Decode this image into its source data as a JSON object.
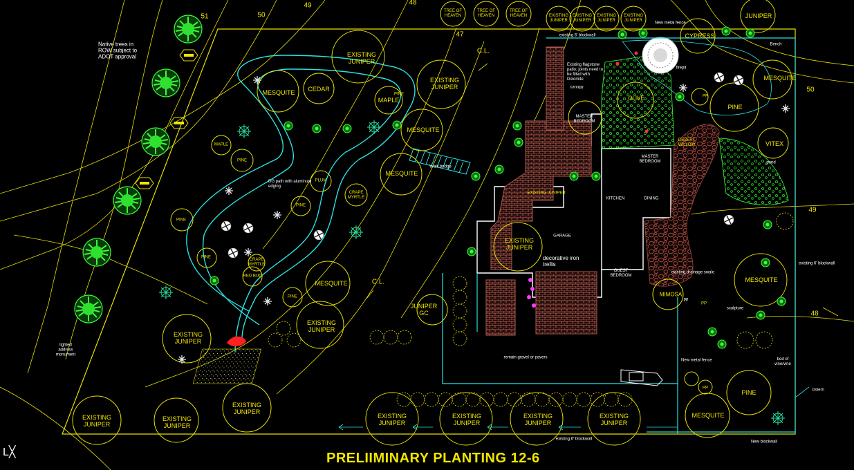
{
  "title": "PRELIIMINARY PLANTING 12-6",
  "contours": [
    "51",
    "50",
    "49",
    "48",
    "47",
    "50",
    "49",
    "48"
  ],
  "centerline": [
    "C.L.",
    "C.L."
  ],
  "trees": {
    "existing_juniper": "EXISTING JUNIPER",
    "mesquite": "MESQUITE",
    "cedar": "CEDAR",
    "maple": "MAPLE",
    "pine": "PINE",
    "cypress": "CYPRESS",
    "olive": "OLIVE",
    "vitex": "VITEX",
    "tree_of_heaven": "TREE OF HEAVEN",
    "juniper": "JUNIPER",
    "juniper_gc": "JUNIPER GC",
    "desert_willow": "DESERT WILLOW",
    "mimosa": "MIMOSA",
    "red_bud": "RED BUD",
    "plum": "PLUM",
    "crape_myrtle": "CRAPE MYRTLE",
    "pp": "PP"
  },
  "rooms": {
    "master_bedroom_1": "MASTER BEDROOM",
    "master_bedroom_2": "MASTER BEDROOM",
    "kitchen": "KITCHEN",
    "dining": "DINING",
    "garage": "GARAGE",
    "guest_bedroom": "GUEST BEDROOM"
  },
  "notes": {
    "native_trees": "Native trees in ROW subject to ADOT approval",
    "dg_path": "DG path with aluminum edging",
    "walk_bridge": "Walk bridge",
    "existing_flagstone": "Existing flagstone patio; joints need to be filled with Dolomite",
    "decorative_iron": "decorative iron trellis",
    "remain_gravel": "remain gravel or pavers",
    "new_metal_fence_1": "New metal fence",
    "new_metal_fence_2": "New metal fence",
    "existing_blockwall_top": "existing 6' blockwall",
    "existing_blockwall_right": "existing 6' blockwall",
    "existing_blockwall_bottom": "existing 6' blockwall",
    "new_blockwall": "New blockwall",
    "bench": "Bench",
    "fire_pit": "firepit",
    "pond": "pond",
    "cistern": "cistern",
    "sculpture": "sculpture",
    "canopy": "canopy",
    "lighted_address": "lighted address monument",
    "existing_drainage": "existing drainage swale",
    "bed_of_vines": "bed of vine/vine",
    "pp_note": "pp"
  }
}
